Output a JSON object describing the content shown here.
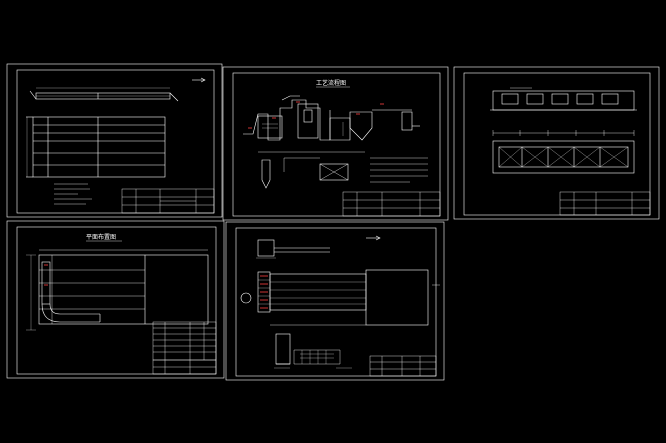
{
  "sheets": [
    {
      "id": "sheet-1",
      "title": ""
    },
    {
      "id": "sheet-2",
      "title": "工艺流程图"
    },
    {
      "id": "sheet-3",
      "title": ""
    },
    {
      "id": "sheet-4",
      "title": "平面布置图"
    },
    {
      "id": "sheet-5",
      "title": ""
    }
  ],
  "colors": {
    "background": "#000000",
    "lines": "#ffffff",
    "accent": "#ff4040"
  }
}
